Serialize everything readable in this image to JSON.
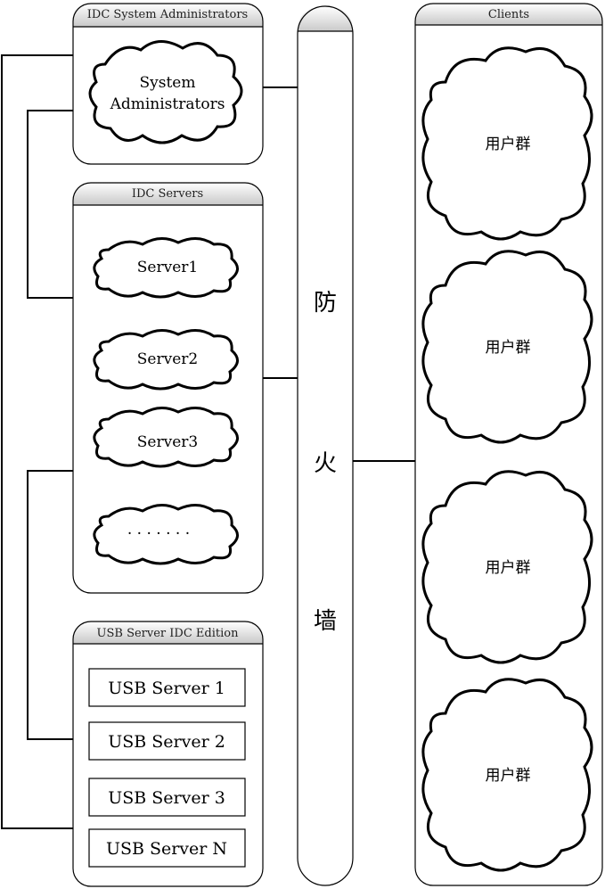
{
  "panels": {
    "sysadmin": {
      "title": "IDC System Administrators",
      "cloud_label_1": "System",
      "cloud_label_2": "Administrators"
    },
    "servers": {
      "title": "IDC Servers",
      "items": [
        "Server1",
        "Server2",
        "Server3",
        "· · · · · · ·"
      ]
    },
    "usb": {
      "title": "USB Server IDC Edition",
      "items": [
        "USB Server 1",
        "USB Server 2",
        "USB Server 3",
        "USB Server N"
      ]
    },
    "firewall": {
      "chars": [
        "防",
        "火",
        "墙"
      ]
    },
    "clients": {
      "title": "Clients",
      "groups": [
        "用户群",
        "用户群",
        "用户群",
        "用户群"
      ]
    }
  }
}
